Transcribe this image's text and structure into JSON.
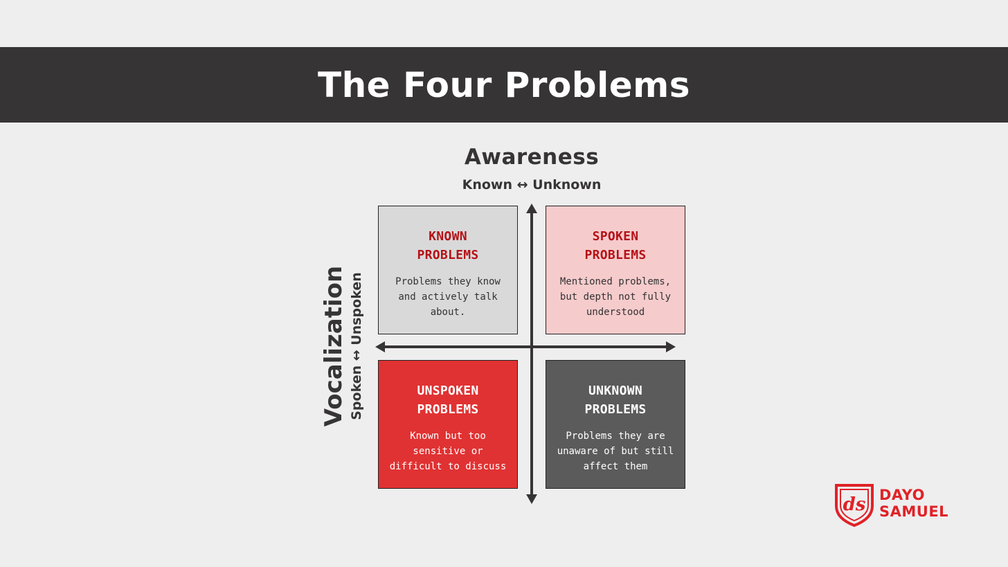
{
  "banner": {
    "title": "The Four Problems"
  },
  "axes": {
    "horizontal_title": "Awareness",
    "horizontal_sub": "Known ↔ Unknown",
    "vertical_title": "Vocalization",
    "vertical_sub": "Spoken ↔ Unspoken"
  },
  "quadrants": [
    {
      "title_line1": "KNOWN",
      "title_line2": "PROBLEMS",
      "description": "Problems they know and actively talk about.",
      "fill": "#d9d9d9",
      "title_color": "#b51217"
    },
    {
      "title_line1": "SPOKEN",
      "title_line2": "PROBLEMS",
      "description": "Mentioned problems, but depth not fully understood",
      "fill": "#f6cbcc",
      "title_color": "#b51217"
    },
    {
      "title_line1": "UNSPOKEN",
      "title_line2": "PROBLEMS",
      "description": "Known but too sensitive or difficult to discuss",
      "fill": "#e03233",
      "title_color": "#ffffff"
    },
    {
      "title_line1": "UNKNOWN",
      "title_line2": "PROBLEMS",
      "description": "Problems they are unaware of but still affect them",
      "fill": "#5c5b5c",
      "title_color": "#ffffff"
    }
  ],
  "logo": {
    "line1": "DAYO",
    "line2": "SAMUEL",
    "mark_text": "ds",
    "color": "#e02227"
  },
  "colors": {
    "background": "#eeeeee",
    "banner": "#363435",
    "axis": "#363435"
  }
}
